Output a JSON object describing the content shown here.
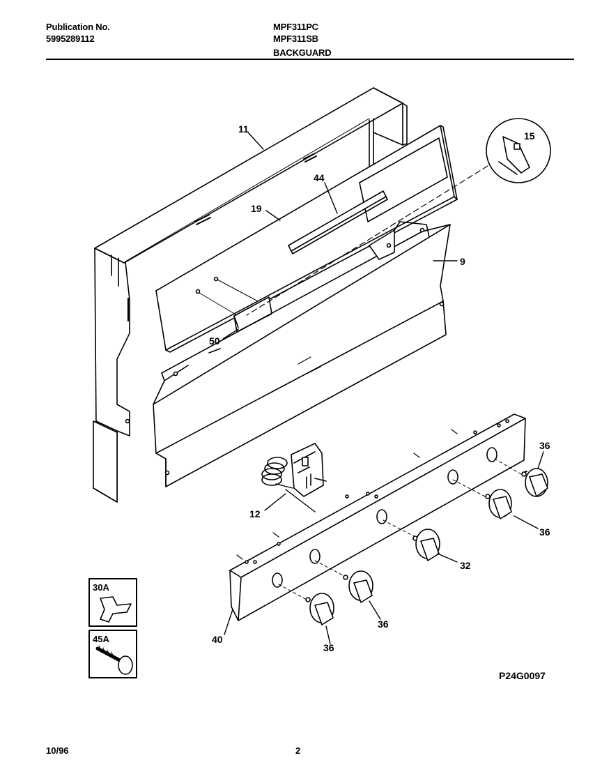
{
  "header": {
    "publication_label": "Publication No.",
    "publication_number": "5995289112",
    "models": [
      "MPF311PC",
      "MPF311SB"
    ],
    "section_title": "BACKGUARD"
  },
  "callouts": {
    "p11": "11",
    "p15": "15",
    "p44": "44",
    "p19": "19",
    "p9": "9",
    "p50": "50",
    "p36a": "36",
    "p36b": "36",
    "p12": "12",
    "p32": "32",
    "p36c": "36",
    "p36d": "36",
    "p40": "40"
  },
  "inset_boxes": {
    "box_30a": "30A",
    "box_45a": "45A"
  },
  "figure_code": "P24G0097",
  "footer": {
    "date": "10/96",
    "page": "2"
  }
}
